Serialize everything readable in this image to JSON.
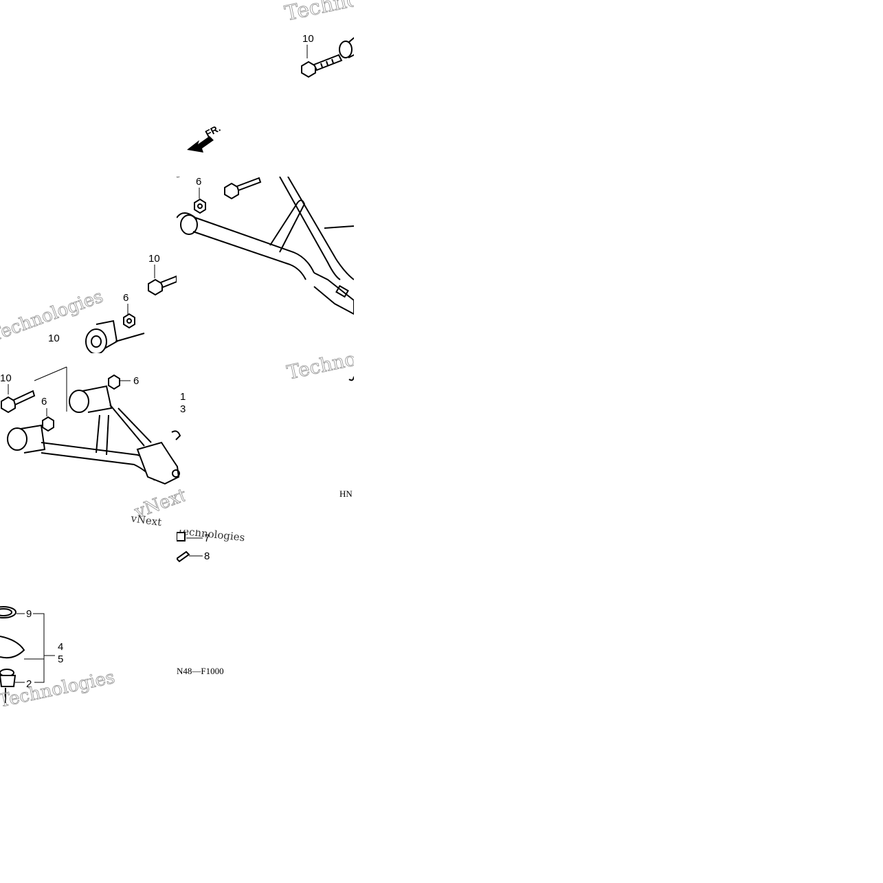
{
  "diagram": {
    "direction_label": "FR.",
    "part_code_top": "HN",
    "part_code_bottom": "N48—F1000",
    "callouts": {
      "c1": "1",
      "c2": "2",
      "c3": "3",
      "c4": "4",
      "c5": "5",
      "c6": "6",
      "c7": "7",
      "c8": "8",
      "c9": "9",
      "c10": "10"
    }
  },
  "watermark": {
    "brand_a": "vNext",
    "brand_b": "Technologies"
  }
}
